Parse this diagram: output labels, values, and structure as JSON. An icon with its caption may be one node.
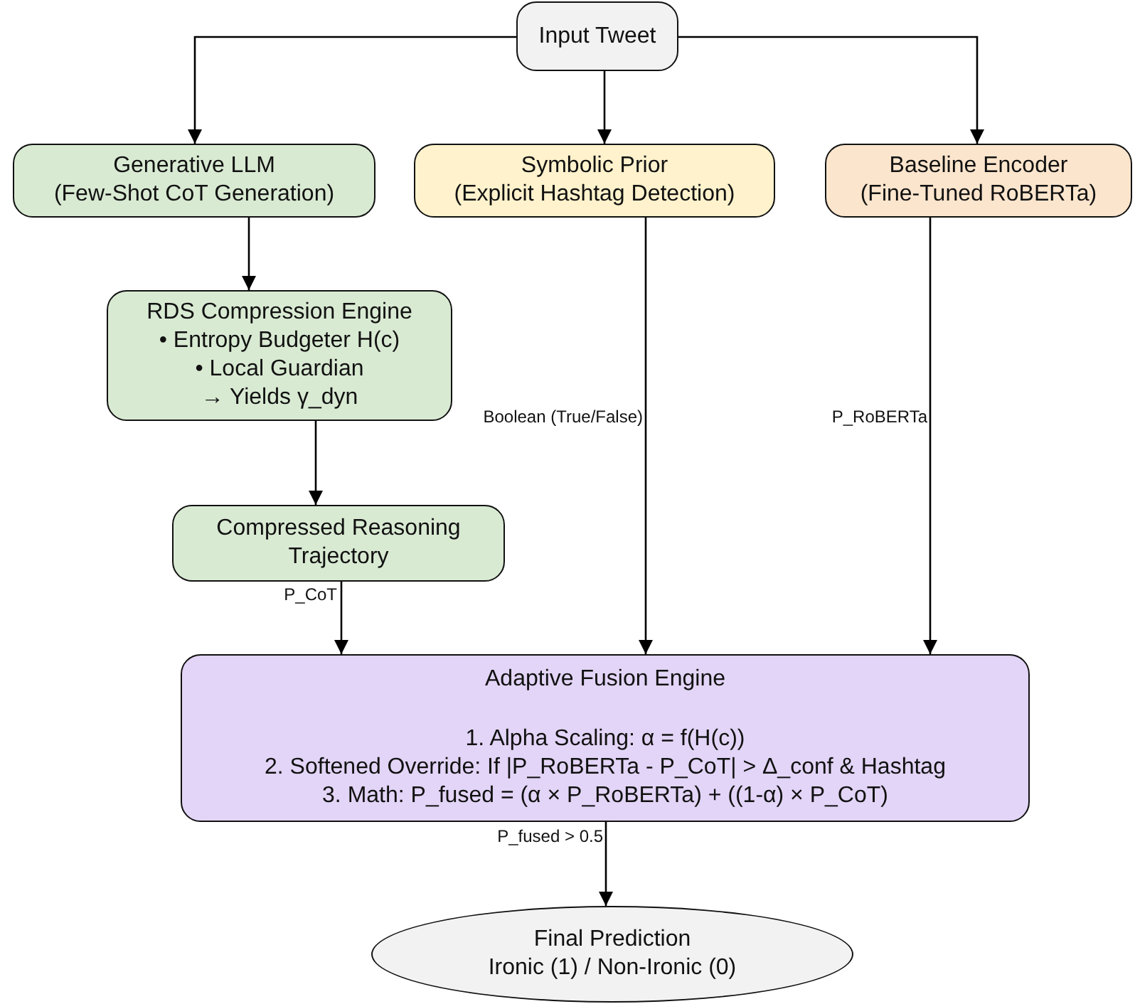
{
  "diagram": {
    "nodes": [
      {
        "text": [
          "Input Tweet"
        ]
      },
      {
        "text": [
          "Generative LLM",
          "(Few-Shot CoT Generation)"
        ]
      },
      {
        "text": [
          "Symbolic Prior",
          "(Explicit Hashtag Detection)"
        ]
      },
      {
        "text": [
          "Baseline Encoder",
          "(Fine-Tuned RoBERTa)"
        ]
      },
      {
        "text": [
          "RDS Compression Engine",
          "• Entropy Budgeter H(c)",
          "• Local Guardian",
          "→ Yields γ_dyn"
        ]
      },
      {
        "text": [
          "Compressed Reasoning Trajectory"
        ]
      },
      {
        "text": [
          "Adaptive Fusion Engine",
          "1. Alpha Scaling: α = f(H(c))",
          "2. Softened Override: If |P_RoBERTa - P_CoT| > Δ_conf & Hashtag",
          "3. Math: P_fused = (α × P_RoBERTa) + ((1-α) × P_CoT)"
        ]
      },
      {
        "text": [
          "Final Prediction",
          "Ironic (1) / Non-Ironic (0)"
        ]
      }
    ],
    "edges": [
      {
        "from": 0,
        "to": 1,
        "arrow": "to"
      },
      {
        "from": 0,
        "to": 2,
        "arrow": "to"
      },
      {
        "from": 0,
        "to": 3,
        "arrow": "to"
      },
      {
        "from": 1,
        "to": 4,
        "arrow": "to"
      },
      {
        "from": 4,
        "to": 5,
        "arrow": "to"
      },
      {
        "from": 5,
        "to": 6,
        "arrow": "to",
        "label": "P_CoT"
      },
      {
        "from": 2,
        "to": 6,
        "arrow": "to",
        "label": "Boolean (True/False)"
      },
      {
        "from": 3,
        "to": 6,
        "arrow": "to",
        "label": "P_RoBERTa"
      },
      {
        "from": 6,
        "to": 7,
        "arrow": "to",
        "label": "P_fused > 0.5"
      }
    ]
  }
}
